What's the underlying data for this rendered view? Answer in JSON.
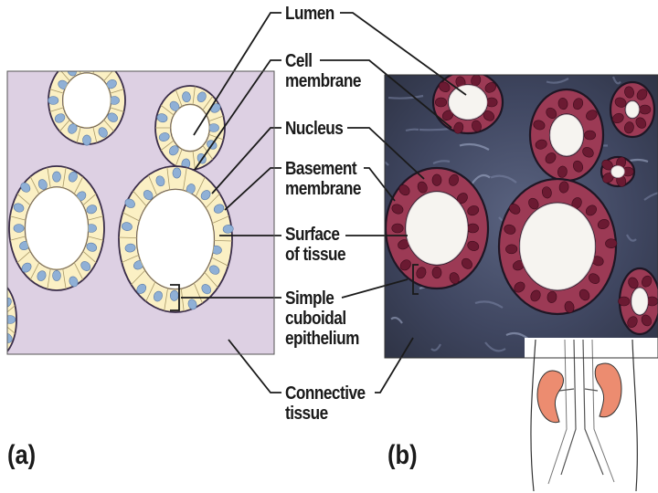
{
  "panels": {
    "a_label": "(a)",
    "b_label": "(b)"
  },
  "labels": {
    "lumen": "Lumen",
    "cell_membrane": [
      "Cell",
      "membrane"
    ],
    "nucleus": "Nucleus",
    "basement_membrane": [
      "Basement",
      "membrane"
    ],
    "surface_of_tissue": [
      "Surface",
      "of tissue"
    ],
    "simple_cuboidal_epithelium": [
      "Simple",
      "cuboidal",
      "epithelium"
    ],
    "connective_tissue": [
      "Connective",
      "tissue"
    ]
  },
  "colors": {
    "drawing_background": "#ddd0e3",
    "cell_fill": "#fbf0c4",
    "nucleus_fill": "#8fb0d6",
    "lumen_fill": "#ffffff",
    "micro_background": "#3d4458",
    "micro_cell": "#9c3a55",
    "micro_nucleus": "#6b1a32",
    "kidney": "#ec8c70",
    "line": "#1a1a1a"
  },
  "icons": [
    "kidney-inset-figure"
  ]
}
